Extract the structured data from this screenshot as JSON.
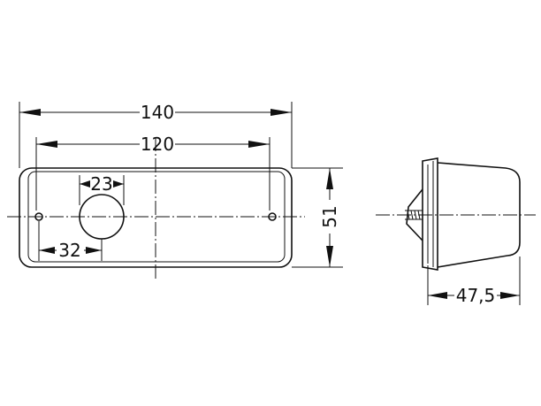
{
  "diagram": {
    "dimensions": {
      "overall_width": "140",
      "mount_spacing": "120",
      "lens_diameter": "23",
      "lens_offset": "32",
      "height": "51",
      "depth": "47,5"
    }
  }
}
